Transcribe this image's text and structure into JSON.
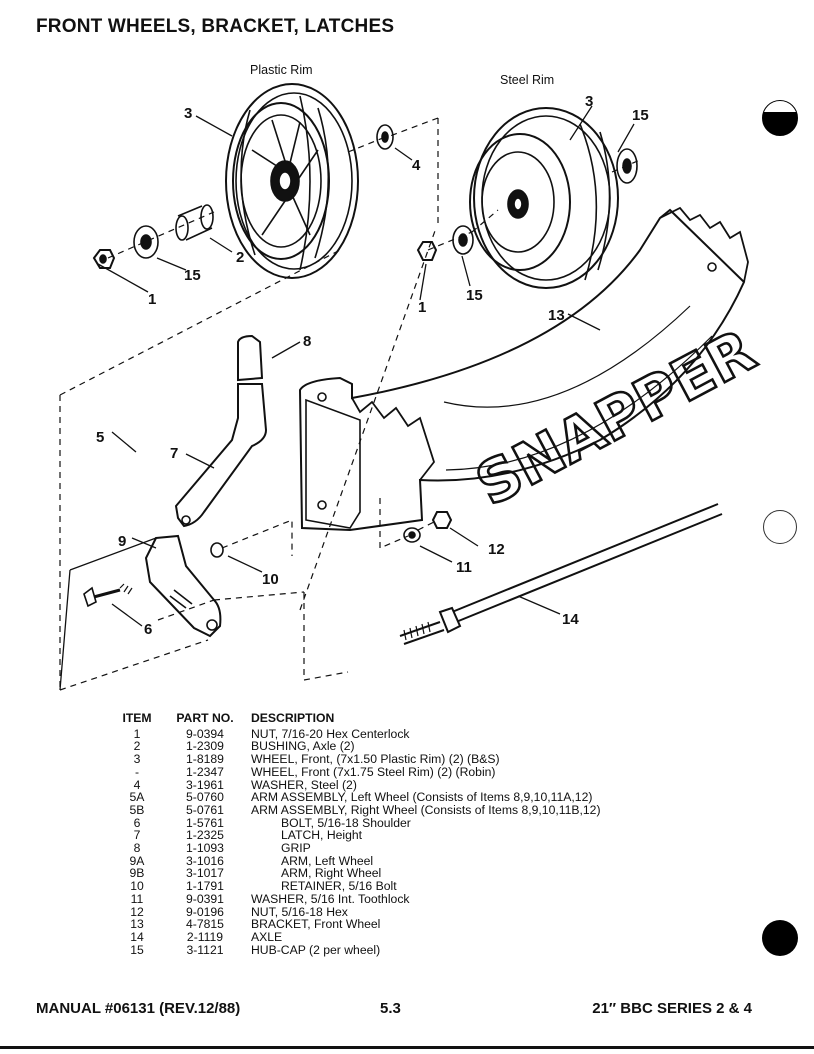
{
  "page": {
    "title": "FRONT WHEELS, BRACKET, LATCHES"
  },
  "diagram": {
    "labels": {
      "plastic_rim": "Plastic Rim",
      "steel_rim": "Steel Rim",
      "brand": "SNAPPER"
    },
    "callouts": [
      "3",
      "4",
      "2",
      "15",
      "1",
      "3",
      "15",
      "15",
      "1",
      "13",
      "8",
      "5",
      "7",
      "9",
      "10",
      "6",
      "11",
      "12",
      "14"
    ]
  },
  "parts_list": {
    "headers": {
      "item": "ITEM",
      "part_no": "PART NO.",
      "description": "DESCRIPTION"
    },
    "rows": [
      {
        "item": "1",
        "part_no": "9-0394",
        "description": "NUT, 7/16-20 Hex Centerlock",
        "indent": false
      },
      {
        "item": "2",
        "part_no": "1-2309",
        "description": "BUSHING, Axle (2)",
        "indent": false
      },
      {
        "item": "3",
        "part_no": "1-8189",
        "description": "WHEEL, Front, (7x1.50 Plastic Rim) (2) (B&S)",
        "indent": false
      },
      {
        "item": "-",
        "part_no": "1-2347",
        "description": "WHEEL, Front (7x1.75 Steel Rim) (2) (Robin)",
        "indent": false
      },
      {
        "item": "4",
        "part_no": "3-1961",
        "description": "WASHER, Steel (2)",
        "indent": false
      },
      {
        "item": "5A",
        "part_no": "5-0760",
        "description": "ARM ASSEMBLY, Left Wheel (Consists of Items 8,9,10,11A,12)",
        "indent": false
      },
      {
        "item": "5B",
        "part_no": "5-0761",
        "description": "ARM ASSEMBLY, Right Wheel (Consists of Items 8,9,10,11B,12)",
        "indent": false
      },
      {
        "item": "6",
        "part_no": "1-5761",
        "description": "BOLT, 5/16-18 Shoulder",
        "indent": true
      },
      {
        "item": "7",
        "part_no": "1-2325",
        "description": "LATCH, Height",
        "indent": true
      },
      {
        "item": "8",
        "part_no": "1-1093",
        "description": "GRIP",
        "indent": true
      },
      {
        "item": "9A",
        "part_no": "3-1016",
        "description": "ARM, Left Wheel",
        "indent": true
      },
      {
        "item": "9B",
        "part_no": "3-1017",
        "description": "ARM, Right Wheel",
        "indent": true
      },
      {
        "item": "10",
        "part_no": "1-1791",
        "description": "RETAINER, 5/16 Bolt",
        "indent": true
      },
      {
        "item": "11",
        "part_no": "9-0391",
        "description": "WASHER, 5/16 Int. Toothlock",
        "indent": false
      },
      {
        "item": "12",
        "part_no": "9-0196",
        "description": "NUT, 5/16-18 Hex",
        "indent": false
      },
      {
        "item": "13",
        "part_no": "4-7815",
        "description": "BRACKET, Front Wheel",
        "indent": false
      },
      {
        "item": "14",
        "part_no": "2-1119",
        "description": "AXLE",
        "indent": false
      },
      {
        "item": "15",
        "part_no": "3-1121",
        "description": "HUB-CAP (2 per wheel)",
        "indent": false
      }
    ]
  },
  "footer": {
    "manual": "MANUAL #06131 (REV.12/88)",
    "page_number": "5.3",
    "series": "21″ BBC SERIES 2 & 4"
  }
}
